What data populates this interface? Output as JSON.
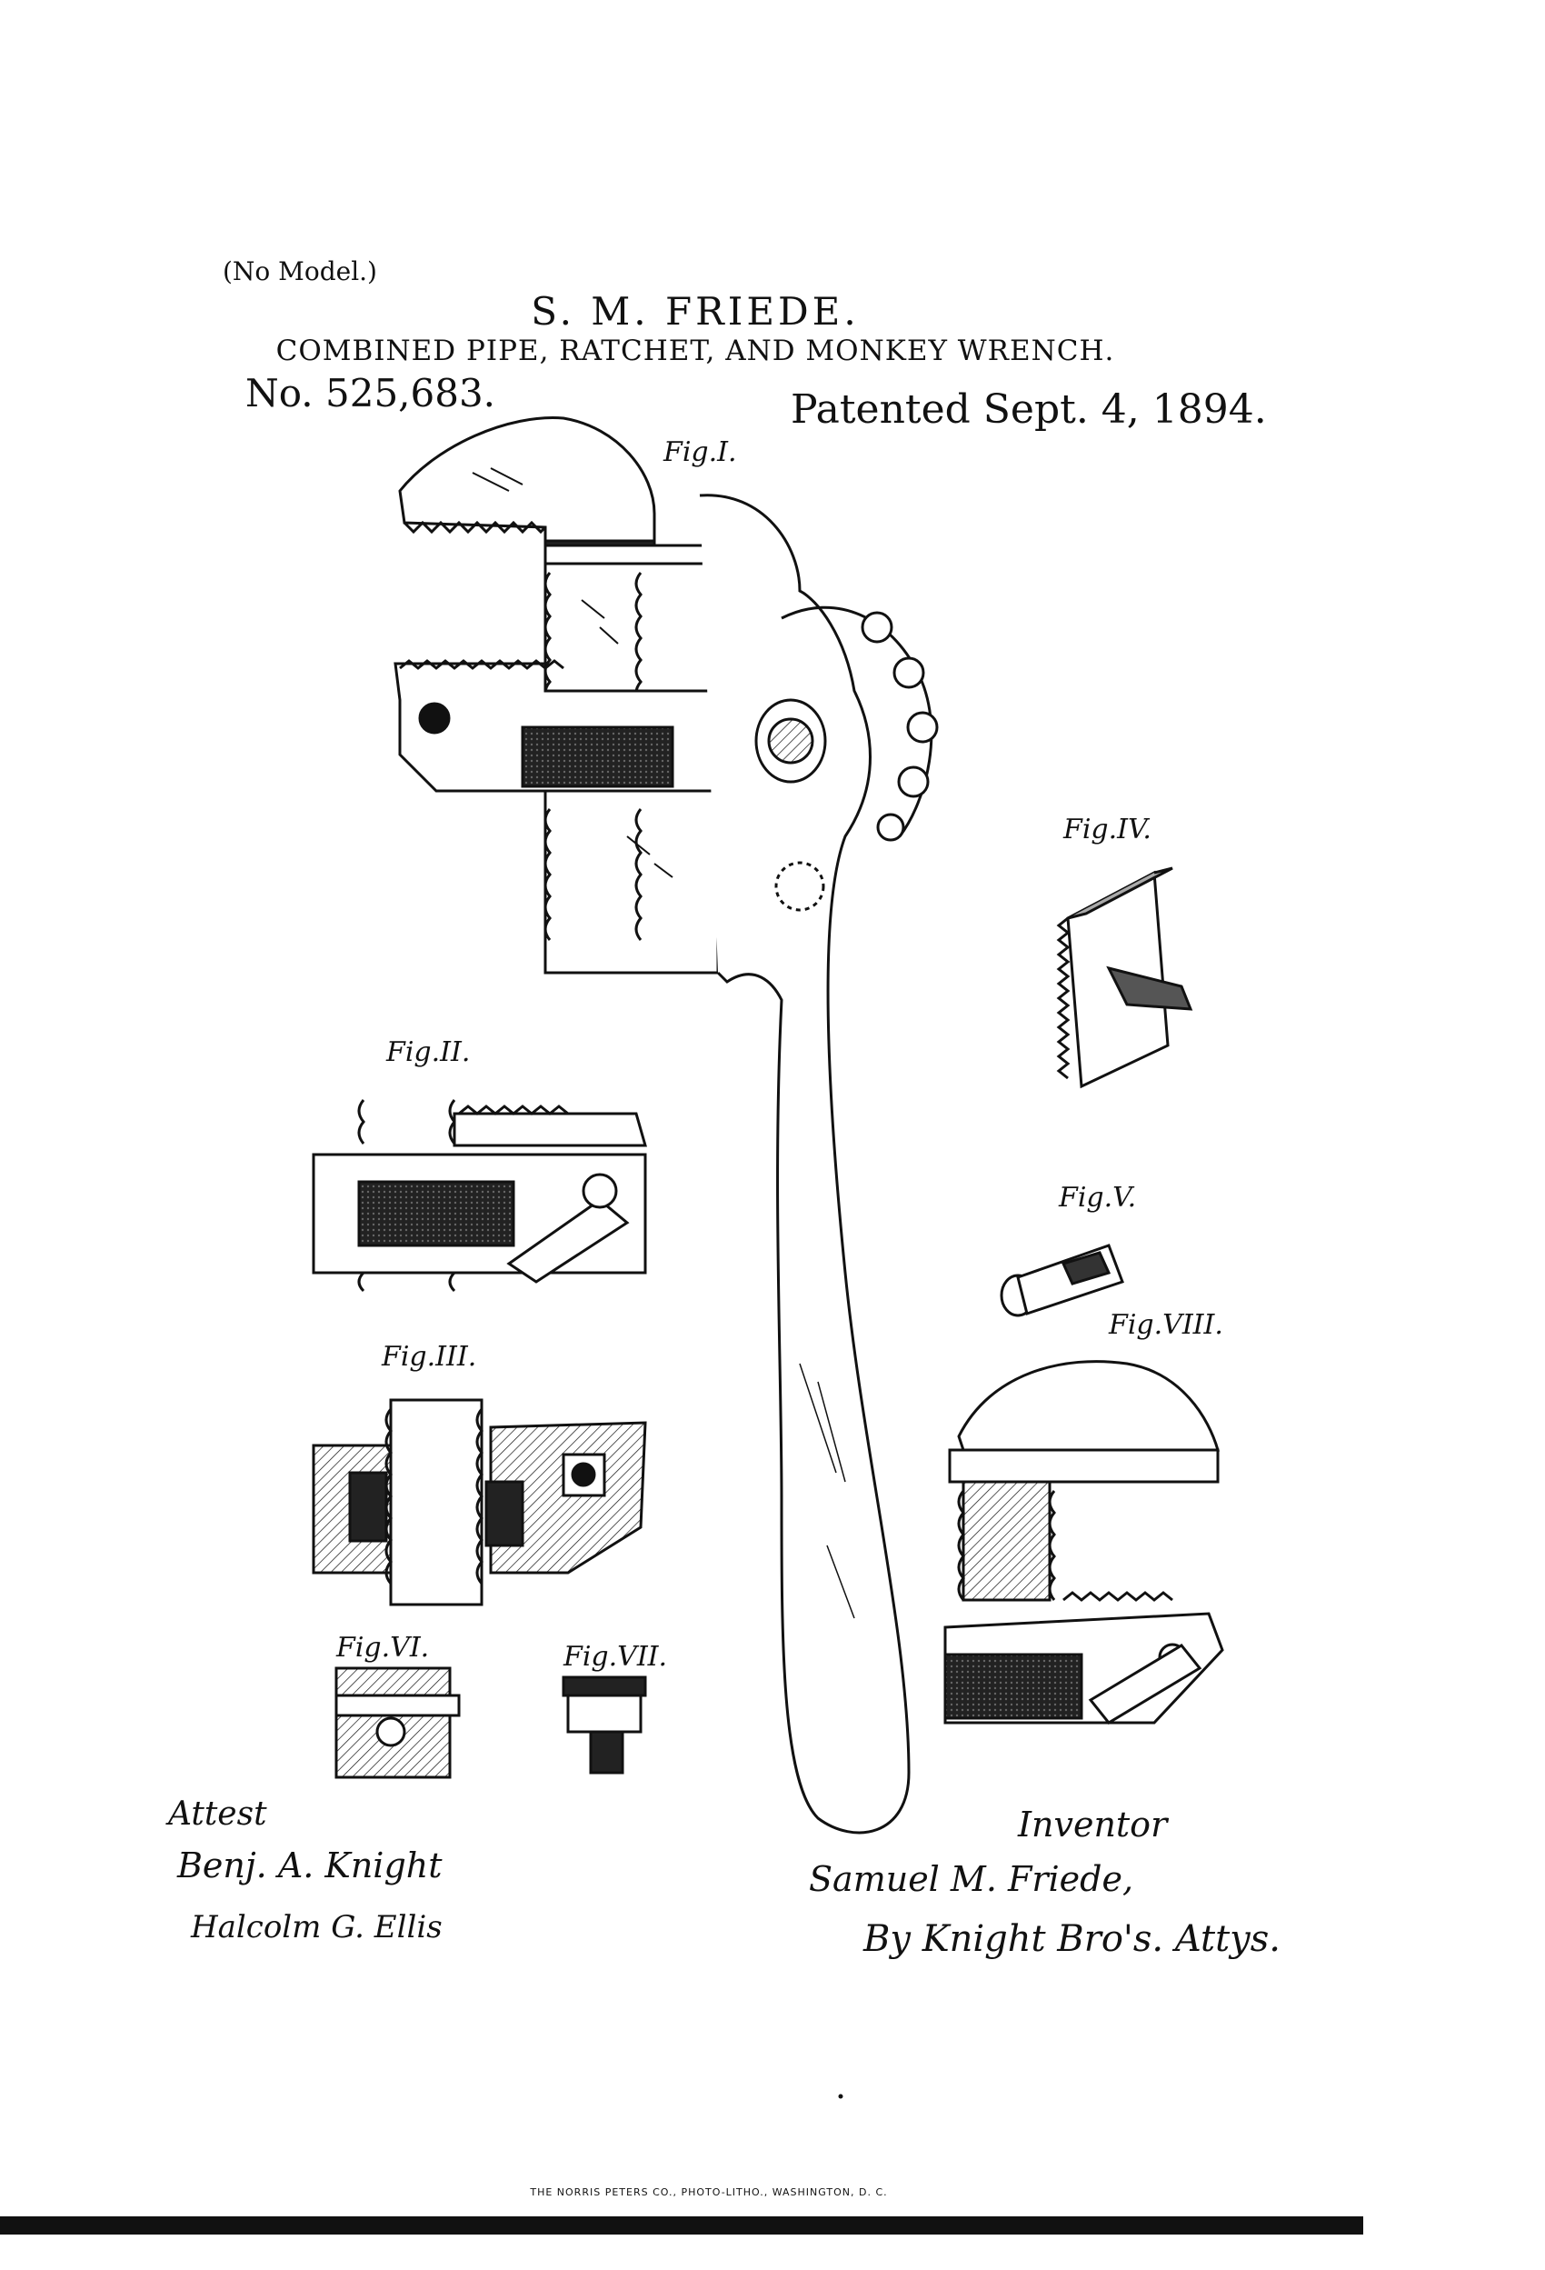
{
  "header": {
    "model_note": "(No Model.)",
    "inventor": "S. M. FRIEDE.",
    "title": "COMBINED PIPE, RATCHET, AND MONKEY WRENCH.",
    "patent_number": "No. 525,683.",
    "patent_date": "Patented Sept. 4, 1894."
  },
  "figures": [
    "Fig.I.",
    "Fig.II.",
    "Fig.III.",
    "Fig.IV.",
    "Fig.V.",
    "Fig.VI.",
    "Fig.VII.",
    "Fig.VIII."
  ],
  "signatures": {
    "attest_heading": "Attest",
    "witness_1": "Benj. A. Knight",
    "witness_2": "Halcolm G. Ellis",
    "inventor_heading": "Inventor",
    "inventor_name": "Samuel M. Friede,",
    "attorneys": "By Knight Bro's. Attys."
  },
  "footer": {
    "printer": "THE NORRIS PETERS CO., PHOTO-LITHO., WASHINGTON, D. C."
  }
}
